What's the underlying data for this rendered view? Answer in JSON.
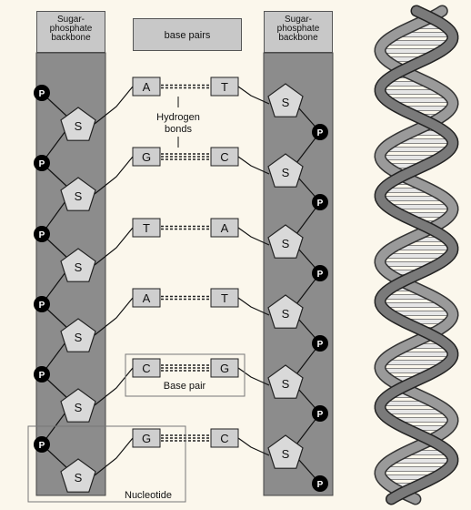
{
  "headers": {
    "left_backbone": [
      "Sugar-",
      "phosphate",
      "backbone"
    ],
    "base_pairs": "base pairs",
    "right_backbone": [
      "Sugar-",
      "phosphate",
      "backbone"
    ]
  },
  "symbols": {
    "phosphate": "P",
    "sugar": "S"
  },
  "pairs": [
    {
      "left": "A",
      "right": "T"
    },
    {
      "left": "G",
      "right": "C"
    },
    {
      "left": "T",
      "right": "A"
    },
    {
      "left": "A",
      "right": "T"
    },
    {
      "left": "C",
      "right": "G"
    },
    {
      "left": "G",
      "right": "C"
    }
  ],
  "annotations": {
    "hydrogen_bonds": [
      "Hydrogen",
      "bonds"
    ],
    "base_pair": "Base pair",
    "nucleotide": "Nucleotide"
  },
  "colors": {
    "background": "#fbf7ec",
    "backbone": "#8c8c8c",
    "sugar": "#d9d9d9",
    "base": "#cfcfcf",
    "phosphate": "#000000",
    "helix_strand": "#7a7a7a",
    "helix_rung": "#e6e6e6"
  }
}
